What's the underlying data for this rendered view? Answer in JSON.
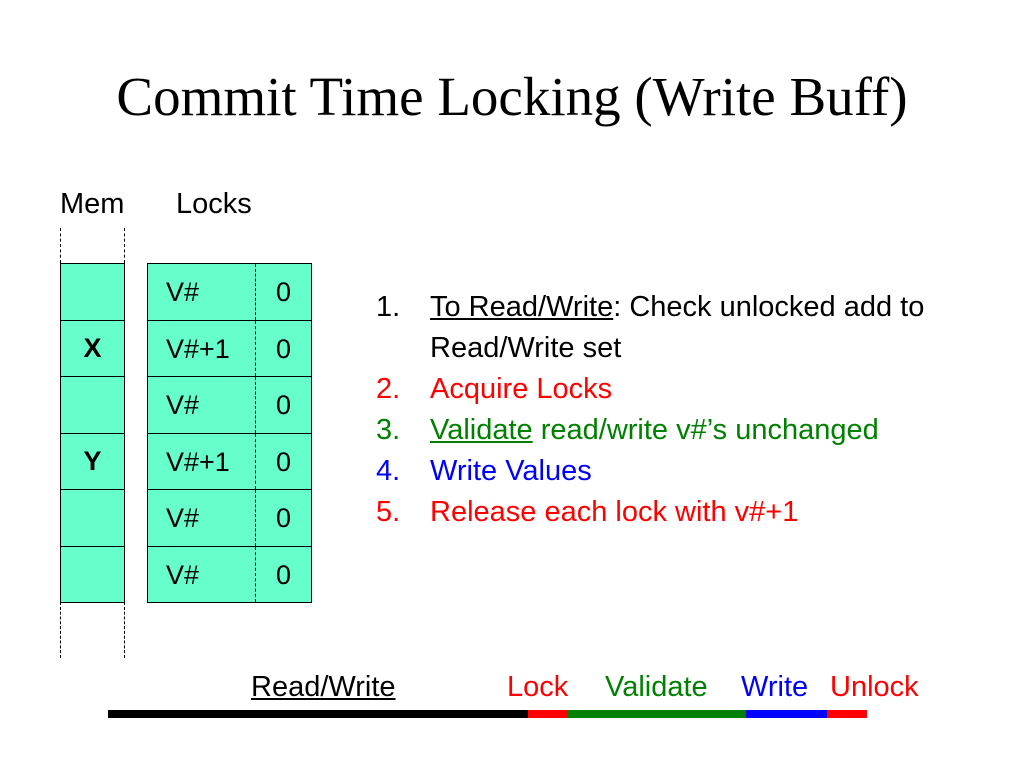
{
  "slide": {
    "title": "Commit Time Locking (Write Buff)"
  },
  "columns": {
    "mem": "Mem",
    "locks": "Locks"
  },
  "memory": [
    {
      "label": ""
    },
    {
      "label": "X"
    },
    {
      "label": ""
    },
    {
      "label": "Y"
    },
    {
      "label": ""
    },
    {
      "label": ""
    }
  ],
  "locks": [
    {
      "version": "V#",
      "bit": "0"
    },
    {
      "version": "V#+1",
      "bit": "0"
    },
    {
      "version": "V#",
      "bit": "0"
    },
    {
      "version": "V#+1",
      "bit": "0"
    },
    {
      "version": "V#",
      "bit": "0"
    },
    {
      "version": "V#",
      "bit": "0"
    }
  ],
  "steps": [
    {
      "num": "1.",
      "head": "To Read/Write",
      "rest": ": Check unlocked add to Read/Write set",
      "color": "#000000"
    },
    {
      "num": "2.",
      "head": "",
      "rest": "Acquire Locks",
      "color": "#ff0000"
    },
    {
      "num": "3.",
      "head": "Validate",
      "rest": " read/write v#’s unchanged",
      "color": "#008000"
    },
    {
      "num": "4.",
      "head": "",
      "rest": "Write Values",
      "color": "#0000ff"
    },
    {
      "num": "5.",
      "head": "",
      "rest": "Release each lock with v#+1",
      "color": "#ff0000"
    }
  ],
  "timeline": {
    "labels": {
      "read_write": "Read/Write",
      "lock": "Lock",
      "validate": "Validate",
      "write": "Write",
      "unlock": "Unlock"
    },
    "colors": {
      "read_write": "#000000",
      "lock": "#ff0000",
      "validate": "#008000",
      "write": "#0000ff",
      "unlock": "#ff0000"
    }
  },
  "colors": {
    "cell_fill": "#66ffcc"
  }
}
